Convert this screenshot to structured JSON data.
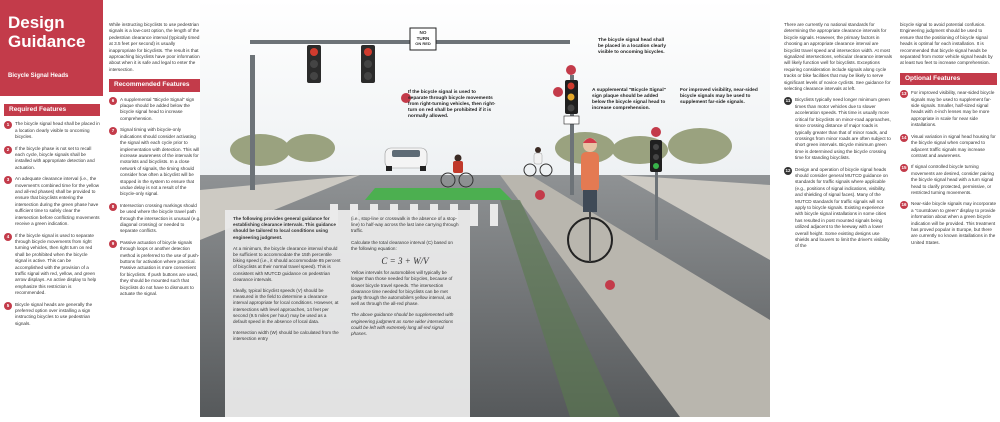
{
  "header": {
    "title_line1": "Design",
    "title_line2": "Guidance",
    "subtitle": "Bicycle Signal Heads"
  },
  "col1": {
    "section": "Required Features",
    "items": [
      {
        "n": "1",
        "text": "The bicycle signal head shall be placed in a location clearly visible to oncoming bicycles."
      },
      {
        "n": "2",
        "text": "If the bicycle phase is not set to recall each cycle, bicycle signals shall be installed with appropriate detection and actuation."
      },
      {
        "n": "3",
        "text": "An adequate clearance interval (i.e., the movement's combined time for the yellow and all-red phases) shall be provided to ensure that bicyclists entering the intersection during the green phase have sufficient time to safely clear the intersection before conflicting movements receive a green indication."
      },
      {
        "n": "4",
        "text": "If the bicycle signal is used to separate through bicycle movements from right turning vehicles, then right turn on red shall be prohibited when the bicycle signal is active. This can be accomplished with the provision of a traffic signal with red, yellow, and green arrow displays. An active display to help emphasize this restriction is recommended."
      },
      {
        "n": "5",
        "text": "Bicycle signal heads are generally the preferred option over installing a sign instructing bicycles to use pedestrian signals."
      }
    ]
  },
  "col2": {
    "intro": "While instructing bicyclists to use pedestrian signals is a low-cost option, the length of the pedestrian clearance interval (typically timed at 3.5 feet per second) is usually inappropriate for bicyclists. The result is that approaching bicyclists have poor information about when it is safe and legal to enter the intersection.",
    "section": "Recommended Features",
    "items": [
      {
        "n": "6",
        "text": "A supplemental \"Bicycle Signal\" sign plaque should be added below the bicycle signal head to increase comprehension."
      },
      {
        "n": "7",
        "text": "Signal timing with bicycle-only indications should consider activating the signal with each cycle prior to implementation with detection. This will increase awareness of the intervals for motorists and bicyclists. In a close network of signals, the timing should consider how often a bicyclist will be stopped in the system to ensure that undue delay is not a result of the bicycle-only signal."
      },
      {
        "n": "8",
        "text": "Intersection crossing markings should be used where the bicycle travel path through the intersection is unusual (e.g., diagonal crossing) or needed to separate conflicts."
      },
      {
        "n": "9",
        "text": "Passive actuation of bicycle signals through loops or another detection method is preferred to the use of push-buttons for activation where practical. Passive actuation is more convenient for bicyclists. If push buttons are used, they should be mounted such that bicyclists do not have to dismount to actuate the signal."
      }
    ]
  },
  "scene": {
    "sign_line1": "NO",
    "sign_line2": "TURN",
    "sign_line3": "ON RED",
    "callout4": "If the bicycle signal is used to separate through bicycle movements from right-turning vehicles, then right-turn on red shall be prohibited if it is normally allowed.",
    "callout1": "The bicycle signal head shall be placed in a location clearly visible to oncoming bicycles.",
    "callout6": "A supplemental \"Bicycle Signal\" sign plaque should be added below the bicycle signal head to increase comprehension.",
    "callout10": "For improved visibility, near-sided bicycle signals may be used to supplement far-side signals."
  },
  "formula_box": {
    "lead": "The following provides general guidance for establishing clearance intervals. This guidance should be tailored to local conditions using engineering judgment.",
    "bullet1": "At a minimum, the bicycle clearance interval should be sufficient to accommodate the 15th percentile biking speed (i.e., it should accommodate 85 percent of bicyclists at their normal travel speed). This is consistent with MUTCD guidance on pedestrian clearance intervals.",
    "bullet2": "Ideally, typical bicyclist speeds (V) should be measured in the field to determine a clearance interval appropriate for local conditions. However, at intersections with level approaches, 14 feet per second (9.5 miles per hour) may be used as a default speed in the absence of local data.",
    "bullet3": "Intersection width (W) should be calculated from the intersection entry",
    "right1": "(i.e., stop-line or crosswalk in the absence of a stop-line) to half-way across the last lane carrying through traffic.",
    "right2": "Calculate the total clearance interval (C) based on the following equation:",
    "formula": "C = 3 + W/V",
    "right3": "Yellow intervals for automobiles will typically be longer than those needed for bicycles, because of slower bicycle travel speeds. The intersection clearance time needed for bicyclists can be met partly through the automobile's yellow interval, as well as through the all-red phase.",
    "right4": "The above guidance should be supplemented with engineering judgment as some wider intersections could be left with extremely long all-red signal phases."
  },
  "col4": {
    "intro": "There are currently no national standards for determining the appropriate clearance intervals for bicycle signals. However, the primary factors in choosing an appropriate clearance interval are bicyclist travel speed and intersection width. At most signalized intersections, vehicular clearance intervals will likely function well for bicyclists. Exceptions requiring consideration include signals along cycle tracks or bike facilities that may be likely to serve significant levels of novice cyclists. See guidance for selecting clearance intervals at left.",
    "items": [
      {
        "n": "11",
        "text": "Bicyclists typically need longer minimum green times than motor vehicles due to slower acceleration speeds. This time is usually more critical for bicyclists on minor-road approaches, since crossing distance of major roads is typically greater than that of minor roads, and crossings from minor roads are often subject to short green intervals. Bicycle minimum green time is determined using the bicycle crossing time for standing bicyclists."
      },
      {
        "n": "12",
        "text": "Design and operation of bicycle signal heads should consider general MUTCD guidance on standards for traffic signals where applicable (e.g., positions of signal indications, visibility, and shielding of signal faces). Many of the MUTCD standards for traffic signals will not apply to bicycle signals. Existing experience with bicycle signal installations in some cities has resulted in post mounted signals being utilized adjacent to the keeway with a lower overall height. Some existing designs use shields and louvers to limit the driver's visibility of the"
      }
    ]
  },
  "col5": {
    "intro": "bicycle signal to avoid potential confusion. Engineering judgment should be used to ensure that the positioning of bicycle signal heads is optimal for each installation. It is recommended that bicycle signal heads be separated from motor vehicle signal heads by at least two feet to increase comprehension.",
    "section": "Optional Features",
    "items": [
      {
        "n": "13",
        "text": "For improved visibility, near-sided bicycle signals may be used to supplement far-side signals. Smaller, half-sized signal heads with 4-inch lenses may be more appropriate in scale for near side installations."
      },
      {
        "n": "14",
        "text": "Visual variation in signal head housing for the bicycle signal when compared to adjacent traffic signals may increase contrast and awareness."
      },
      {
        "n": "15",
        "text": "If signal controlled bicycle turning movements are desired, consider pairing the bicycle signal head with a turn signal head to clarify protected, permissive, or restricted turning movements."
      },
      {
        "n": "16",
        "text": "Near-side bicycle signals may incorporate a \"countdown to green\" display to provide information about when a green bicycle indication will be provided. This treatment has proved popular in Europe, but there are currently no known installations in the United States."
      }
    ]
  }
}
